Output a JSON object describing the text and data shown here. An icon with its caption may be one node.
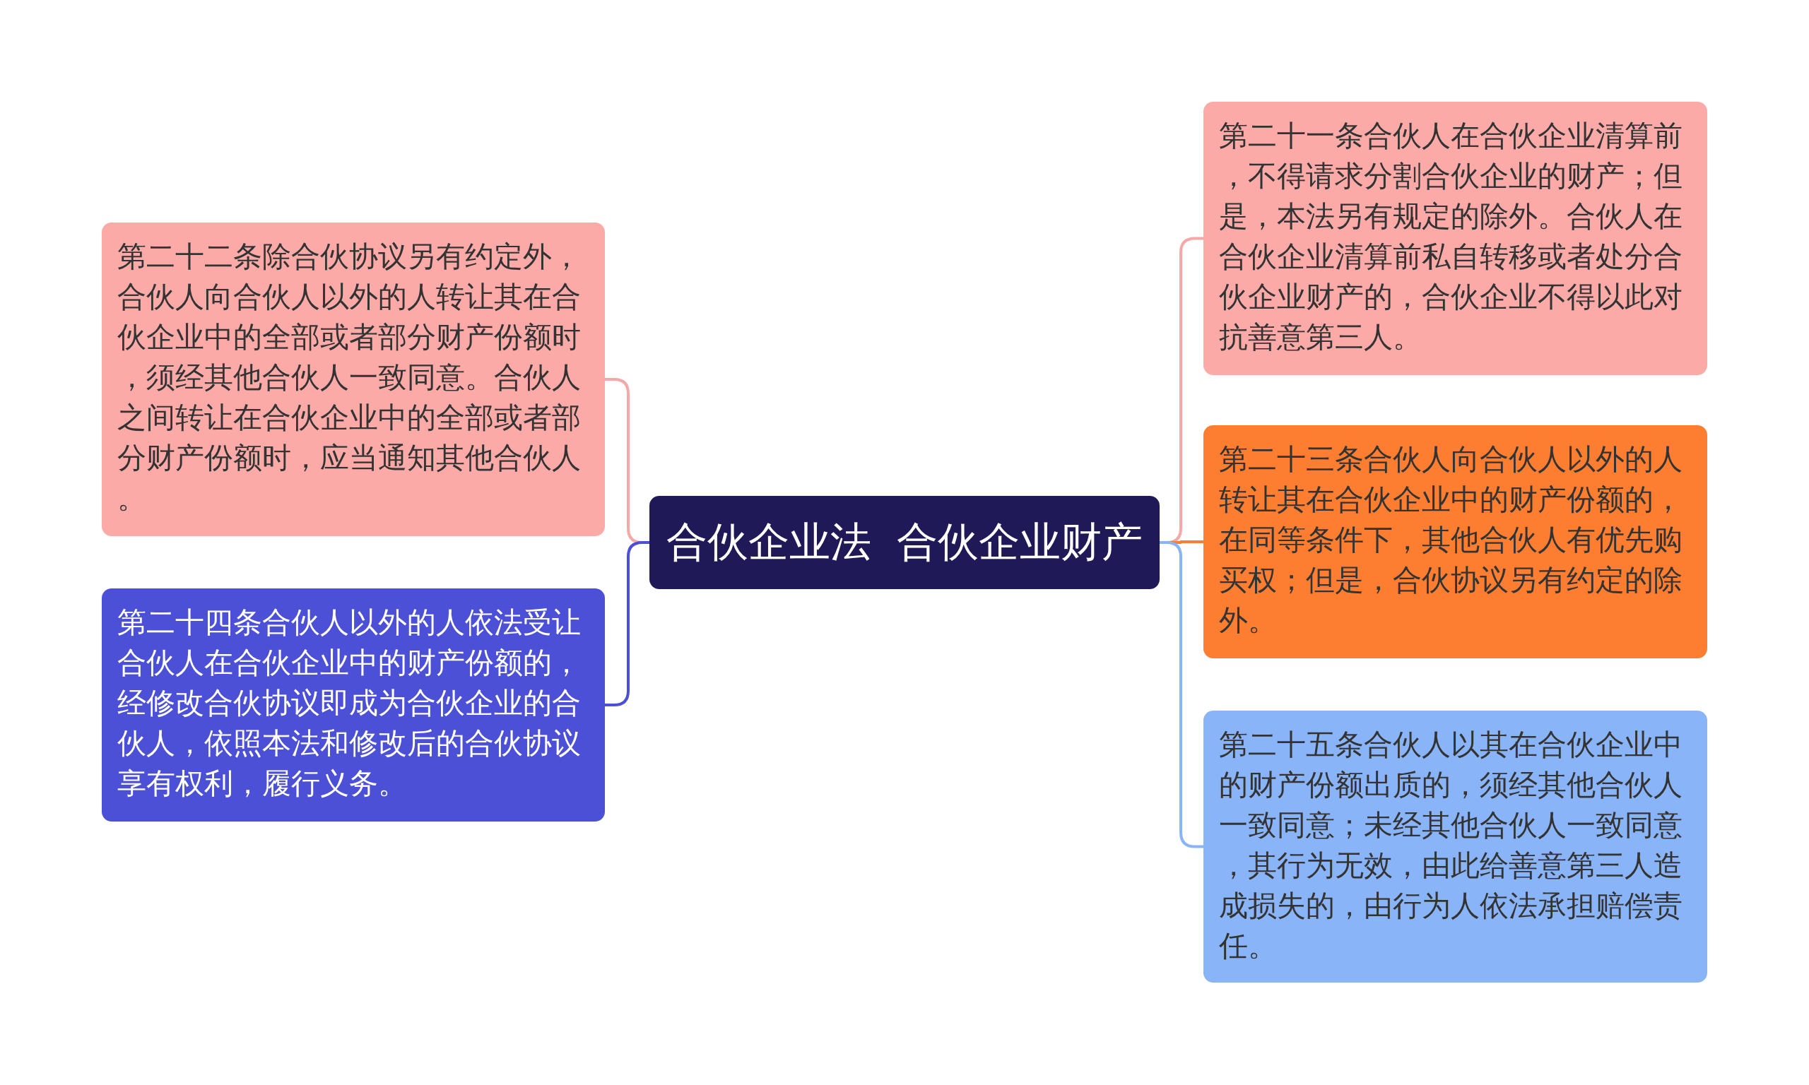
{
  "diagram": {
    "nodes": [
      {
        "text": [
          "合伙企业法  合伙企业财产"
        ]
      },
      {
        "text": [
          "第二十二条除合伙协议另有约定外，合伙人向合伙人以外的人转让其在合伙企业中的全部或者部分财产份额时，须经其他合伙人一致同意。合伙人之间转让在合伙企业中的全部或者部分财产份额时，应当通知其他合伙人。"
        ]
      },
      {
        "text": [
          "第二十四条合伙人以外的人依法受让合伙人在合伙企业中的财产份额的，经修改合伙协议即成为合伙企业的合伙人，依照本法和修改后的合伙协议享有权利，履行义务。"
        ]
      },
      {
        "text": [
          "第二十一条合伙人在合伙企业清算前，不得请求分割合伙企业的财产；但是，本法另有规定的除外。合伙人在合伙企业清算前私自转移或者处分合伙企业财产的，合伙企业不得以此对抗善意第三人。"
        ]
      },
      {
        "text": [
          "第二十三条合伙人向合伙人以外的人转让其在合伙企业中的财产份额的，在同等条件下，其他合伙人有优先购买权；但是，合伙协议另有约定的除外。"
        ]
      },
      {
        "text": [
          "第二十五条合伙人以其在合伙企业中的财产份额出质的，须经其他合伙人一致同意；未经其他合伙人一致同意，其行为无效，由此给善意第三人造成损失的，由行为人依法承担赔偿责任。"
        ]
      }
    ],
    "edges": [
      {
        "from": 0,
        "to": 1,
        "arrow": "none",
        "color": "#f4a9a8"
      },
      {
        "from": 0,
        "to": 2,
        "arrow": "none",
        "color": "#4b50d6"
      },
      {
        "from": 0,
        "to": 3,
        "arrow": "none",
        "color": "#f4a9a8"
      },
      {
        "from": 0,
        "to": 4,
        "arrow": "none",
        "color": "#fd7e30"
      },
      {
        "from": 0,
        "to": 5,
        "arrow": "none",
        "color": "#8ab4f8"
      }
    ]
  }
}
